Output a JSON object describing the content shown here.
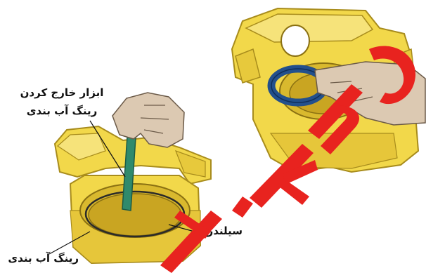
{
  "labels": {
    "seal_removal_tool_line1": "ابزار خارج کردن",
    "seal_removal_tool_line2": "رینگ آب بندی",
    "cylinder": "سیلندر",
    "seal_ring": "رینگ آب بندی"
  },
  "watermark": "tkno",
  "colors": {
    "caliper_yellow": "#f2d84a",
    "caliper_shadow": "#d9b92e",
    "seal_blue": "#23508c",
    "tool_green": "#2f8a6c",
    "hand_skin": "#dcc9b2",
    "watermark_red": "#e8231f"
  }
}
